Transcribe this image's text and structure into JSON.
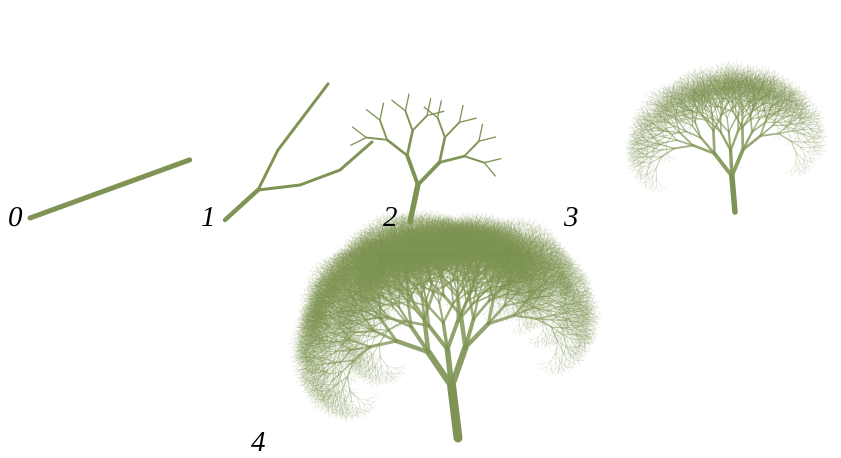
{
  "figure": {
    "stages": [
      {
        "label": "0",
        "iterations": 0
      },
      {
        "label": "1",
        "iterations": 1
      },
      {
        "label": "2",
        "iterations": 2
      },
      {
        "label": "3",
        "iterations": 4
      },
      {
        "label": "4",
        "iterations": 6
      }
    ],
    "colors": {
      "branch": "#7f9454",
      "background": "#ffffff",
      "label": "#000000"
    }
  }
}
